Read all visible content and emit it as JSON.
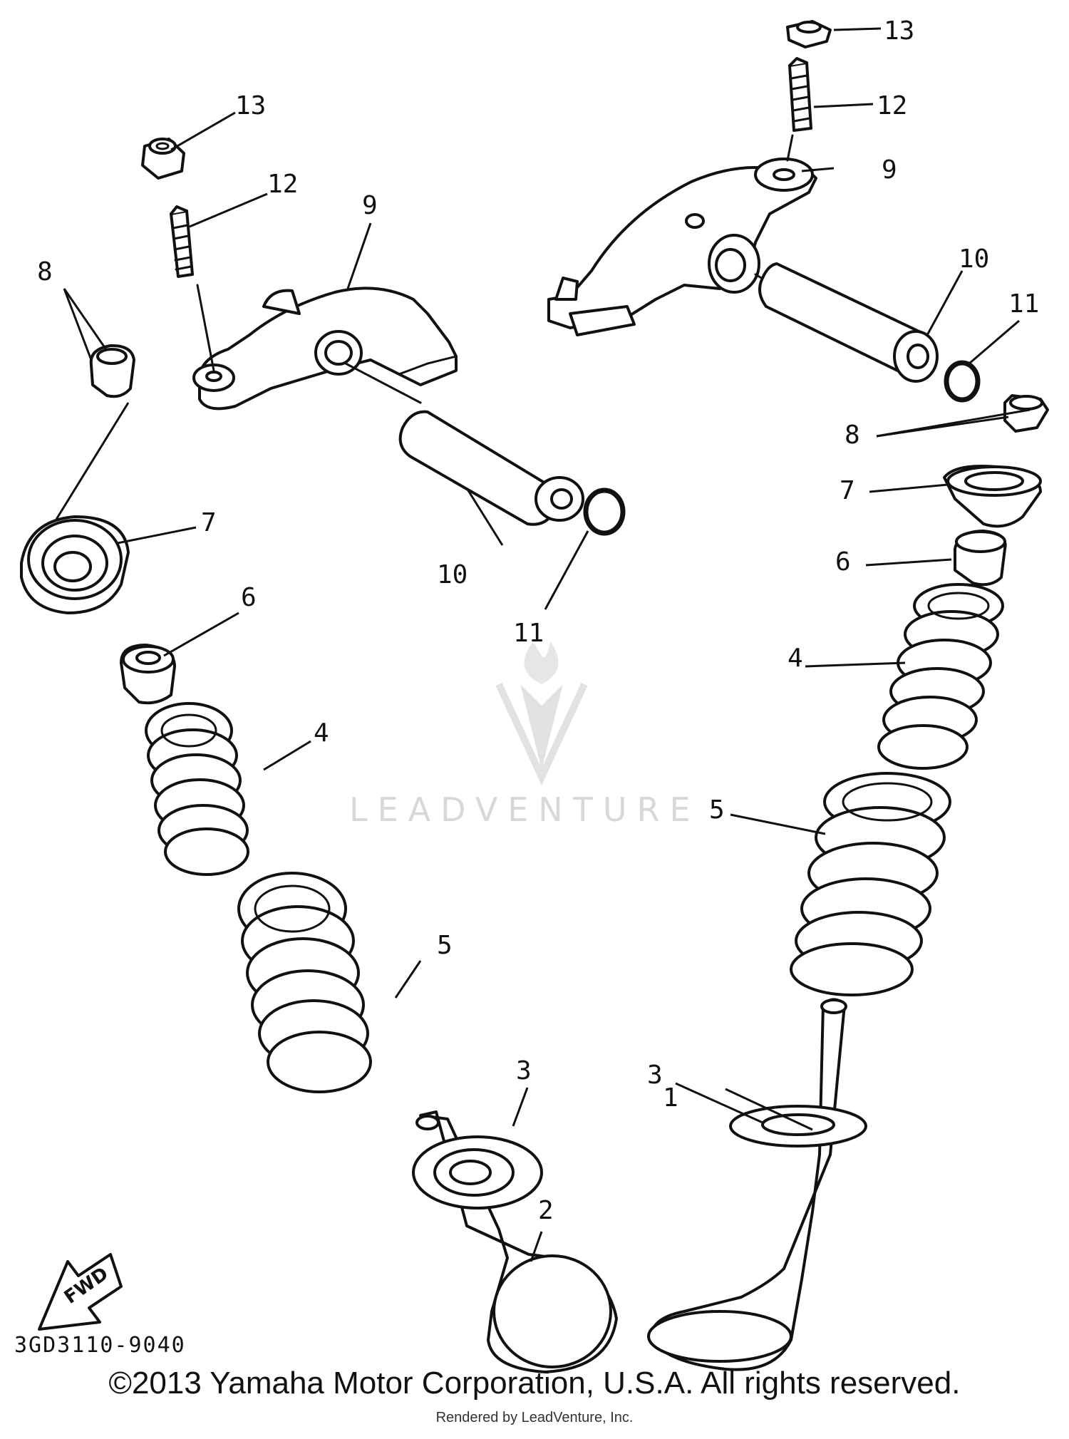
{
  "diagram": {
    "diagram_code": "3GD3110-9040",
    "fwd_label": "FWD",
    "watermark": "LEADVENTURE",
    "copyright": "©2013 Yamaha Motor Corporation, U.S.A. All rights reserved.",
    "rendered_by": "Rendered by LeadVenture, Inc.",
    "callouts": {
      "c1": "1",
      "c2": "2",
      "c3a": "3",
      "c3b": "3",
      "c4a": "4",
      "c4b": "4",
      "c5a": "5",
      "c5b": "5",
      "c6a": "6",
      "c6b": "6",
      "c7a": "7",
      "c7b": "7",
      "c8a": "8",
      "c8b": "8",
      "c9a": "9",
      "c9b": "9",
      "c10a": "10",
      "c10b": "10",
      "c11a": "11",
      "c11b": "11",
      "c12a": "12",
      "c12b": "12",
      "c13a": "13",
      "c13b": "13"
    }
  }
}
